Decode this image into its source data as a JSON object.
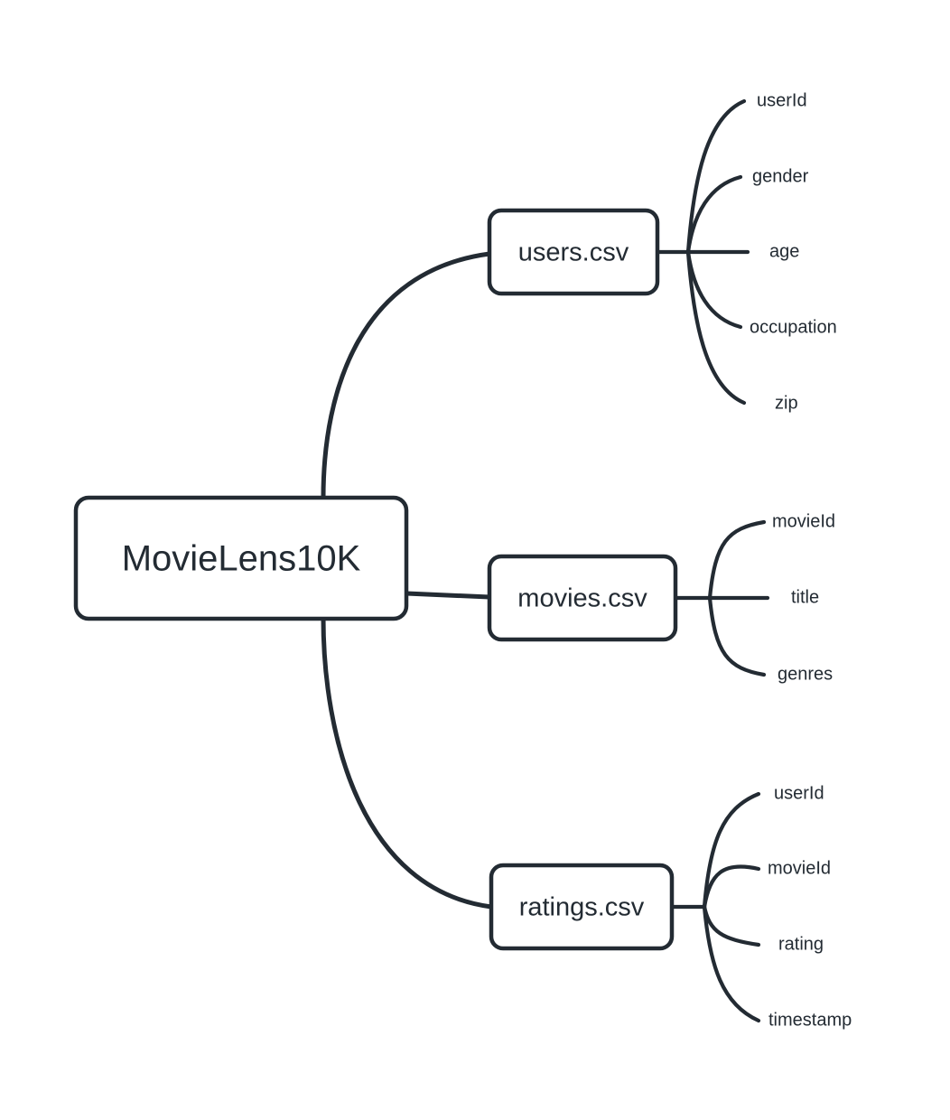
{
  "diagram": {
    "type": "mindmap",
    "background_color": "#ffffff",
    "stroke_color": "#232b33",
    "node_fill": "#ffffff",
    "root": {
      "label": "MovieLens10K"
    },
    "branches": [
      {
        "id": "users",
        "label": "users.csv",
        "leaves": [
          {
            "label": "userId"
          },
          {
            "label": "gender"
          },
          {
            "label": "age"
          },
          {
            "label": "occupation"
          },
          {
            "label": "zip"
          }
        ]
      },
      {
        "id": "movies",
        "label": "movies.csv",
        "leaves": [
          {
            "label": "movieId"
          },
          {
            "label": "title"
          },
          {
            "label": "genres"
          }
        ]
      },
      {
        "id": "ratings",
        "label": "ratings.csv",
        "leaves": [
          {
            "label": "userId"
          },
          {
            "label": "movieId"
          },
          {
            "label": "rating"
          },
          {
            "label": "timestamp"
          }
        ]
      }
    ]
  }
}
